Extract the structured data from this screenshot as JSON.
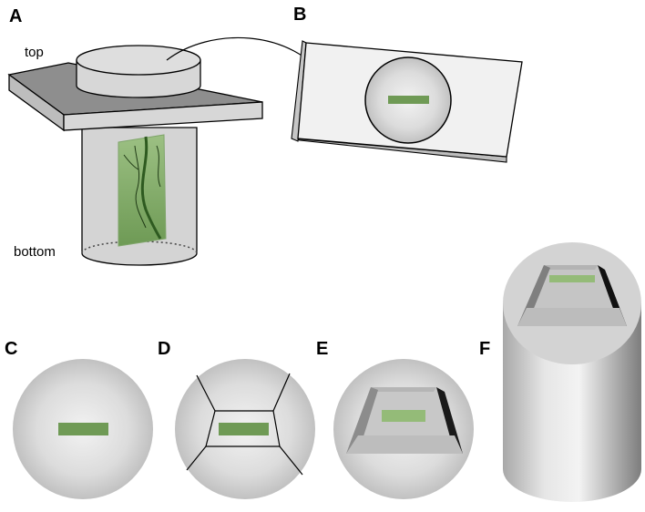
{
  "panels": [
    {
      "id": "A",
      "letter": "A"
    },
    {
      "id": "B",
      "letter": "B"
    },
    {
      "id": "C",
      "letter": "C"
    },
    {
      "id": "D",
      "letter": "D"
    },
    {
      "id": "E",
      "letter": "E"
    },
    {
      "id": "F",
      "letter": "F"
    }
  ],
  "labels": {
    "top": "top",
    "bottom": "bottom"
  },
  "colors": {
    "tissue_green": "#6f9a55",
    "tissue_green_light": "#a3c586",
    "block_gray": "#d2d2d2",
    "plate_gray": "#8f8f8f",
    "slide_white": "#f0f0f0",
    "outline": "#000000"
  }
}
